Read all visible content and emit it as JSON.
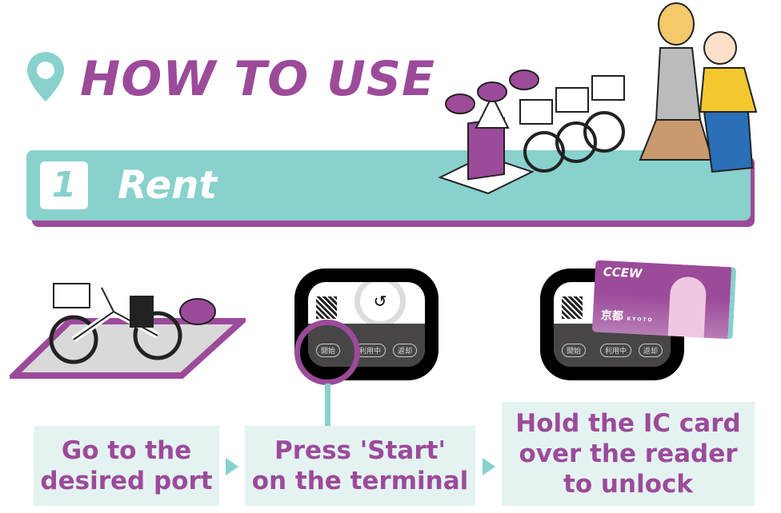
{
  "header": {
    "title": "HOW TO USE",
    "icon": "map-pin-icon"
  },
  "step": {
    "number": "1",
    "label": "Rent"
  },
  "terminal": {
    "buttons": [
      "開始",
      "利用中",
      "返却"
    ]
  },
  "ic_card": {
    "brand": "CCEW",
    "city": "京都",
    "city_roman": "KYOTO"
  },
  "instructions": [
    {
      "lines": [
        "Go to the",
        "desired port"
      ]
    },
    {
      "lines": [
        "Press 'Start'",
        "on the terminal"
      ]
    },
    {
      "lines": [
        "Hold the IC card",
        "over the reader",
        "to unlock"
      ]
    }
  ],
  "colors": {
    "purple": "#9c4a9a",
    "teal": "#88d1cc",
    "panel": "#e4f3f2"
  }
}
